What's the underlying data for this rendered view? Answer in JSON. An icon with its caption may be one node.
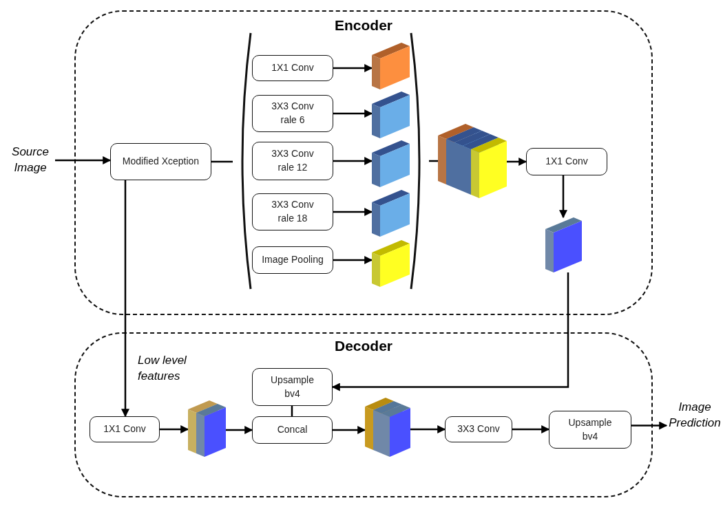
{
  "diagram": {
    "nodes": [
      {
        "text": [
          "Encoder"
        ]
      },
      {
        "text": [
          "Source Image"
        ]
      },
      {
        "text": [
          "Modified Xception"
        ],
        "in": 0
      },
      {
        "text": [],
        "shape": "bracket",
        "in": 0
      },
      {
        "text": [
          "1X1 Conv"
        ],
        "in": 0
      },
      {
        "text": [
          "3X3 Conv rale 6"
        ],
        "in": 0
      },
      {
        "text": [
          "3X3 Conv rale 12"
        ],
        "in": 0
      },
      {
        "text": [
          "3X3 Conv rale 18"
        ],
        "in": 0
      },
      {
        "text": [
          "Image Pooling"
        ],
        "in": 0
      },
      {
        "text": [],
        "shape": "cube",
        "in": 0
      },
      {
        "text": [],
        "shape": "cube",
        "in": 0
      },
      {
        "text": [],
        "shape": "cube",
        "in": 0
      },
      {
        "text": [],
        "shape": "cube",
        "in": 0
      },
      {
        "text": [],
        "shape": "cube",
        "in": 0
      },
      {
        "text": [],
        "shape": "bracket",
        "in": 0
      },
      {
        "text": [],
        "shape": "cube",
        "in": 0
      },
      {
        "text": [
          "1X1 Conv"
        ],
        "in": 0
      },
      {
        "text": [],
        "shape": "cube",
        "in": 0
      },
      {
        "text": [
          "Decoder"
        ]
      },
      {
        "text": [
          "1X1 Conv"
        ],
        "in": 18
      },
      {
        "text": [],
        "shape": "cube",
        "in": 18
      },
      {
        "text": [
          "Upsample bv4"
        ],
        "in": 18
      },
      {
        "text": [
          "Concal"
        ],
        "in": 18
      },
      {
        "text": [],
        "shape": "cube",
        "in": 18
      },
      {
        "text": [
          "3X3 Conv"
        ],
        "in": 18
      },
      {
        "text": [
          "Upsample bv4"
        ],
        "in": 18
      },
      {
        "text": [
          "Image Prediction"
        ]
      }
    ],
    "edges": [
      {
        "from": 1,
        "to": 2,
        "arrow": "to"
      },
      {
        "from": 2,
        "to": 3,
        "arrow": "none"
      },
      {
        "from": 4,
        "to": 9,
        "arrow": "to"
      },
      {
        "from": 5,
        "to": 10,
        "arrow": "to"
      },
      {
        "from": 6,
        "to": 11,
        "arrow": "to"
      },
      {
        "from": 7,
        "to": 12,
        "arrow": "to"
      },
      {
        "from": 8,
        "to": 13,
        "arrow": "to"
      },
      {
        "from": 14,
        "to": 15,
        "arrow": "none"
      },
      {
        "from": 15,
        "to": 16,
        "arrow": "to"
      },
      {
        "from": 16,
        "to": 17,
        "arrow": "to"
      },
      {
        "from": 17,
        "to": 21,
        "arrow": "to"
      },
      {
        "from": 2,
        "to": 19,
        "arrow": "to",
        "label": "Low level features"
      },
      {
        "from": 19,
        "to": 20,
        "arrow": "to"
      },
      {
        "from": 20,
        "to": 22,
        "arrow": "to"
      },
      {
        "from": 21,
        "to": 22,
        "arrow": "none"
      },
      {
        "from": 22,
        "to": 23,
        "arrow": "to"
      },
      {
        "from": 23,
        "to": 24,
        "arrow": "to"
      },
      {
        "from": 24,
        "to": 25,
        "arrow": "to"
      },
      {
        "from": 25,
        "to": 26,
        "arrow": "to"
      }
    ]
  }
}
